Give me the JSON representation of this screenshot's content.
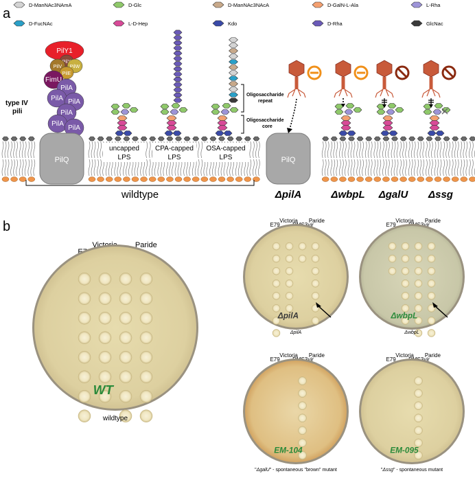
{
  "panels": {
    "a": "a",
    "b": "b"
  },
  "legend": [
    {
      "label": "D-ManNAc3NAmA",
      "color": "#d4d4d4"
    },
    {
      "label": "D-Glc",
      "color": "#8fc96a"
    },
    {
      "label": "D-ManNAc3NAcA",
      "color": "#c8a98a"
    },
    {
      "label": "D-GalN-L-Ala",
      "color": "#f4a070"
    },
    {
      "label": "L-Rha",
      "color": "#9d94d8"
    },
    {
      "label": "D-FucNAc",
      "color": "#2aa0c8"
    },
    {
      "label": "L-D-Hep",
      "color": "#d84a98"
    },
    {
      "label": "Kdo",
      "color": "#3a4aa8"
    },
    {
      "label": "D-Rha",
      "color": "#6a5ab8"
    },
    {
      "label": "GlcNac",
      "color": "#3a3a3a"
    }
  ],
  "pili": {
    "label_line1": "type IV",
    "label_line2": "pili",
    "proteins": [
      "PilY1",
      "PilX",
      "PilV",
      "PilW",
      "PilE",
      "FimU",
      "PilA",
      "PilA",
      "PilA",
      "PilA",
      "PilA",
      "PilA"
    ]
  },
  "pilq": "PilQ",
  "lps": [
    {
      "line1": "uncapped",
      "line2": "LPS"
    },
    {
      "line1": "CPA-capped",
      "line2": "LPS"
    },
    {
      "line1": "OSA-capped",
      "line2": "LPS"
    }
  ],
  "bracket_labels": {
    "repeat_line1": "Oligosaccharide",
    "repeat_line2": "repeat",
    "core_line1": "Oligosaccharide",
    "core_line2": "core"
  },
  "wildtype_label": "wildtype",
  "mutants": [
    "ΔpilA",
    "ΔwbpL",
    "ΔgalU",
    "Δssg"
  ],
  "phage_columns": {
    "c1": "E79",
    "c2": "Victoria",
    "c3": "DMS3",
    "c3_suffix": "vir",
    "c4": "Paride"
  },
  "plates": {
    "wildtype": {
      "caption": "wildtype",
      "handwriting": "WT"
    },
    "pila": {
      "caption": "ΔpilA",
      "handwriting": "ΔpilA"
    },
    "wbpl": {
      "caption": "ΔwbpL",
      "handwriting": "ΔwbpL"
    },
    "galu": {
      "caption_prefix": "\"",
      "caption_italic": "ΔgalU",
      "caption_rest": "\" - spontaneous \"brown\" mutant",
      "handwriting": "EM-104"
    },
    "ssg": {
      "caption_prefix": "\"",
      "caption_italic": "Δssg",
      "caption_rest": "\" - spontaneous mutant",
      "handwriting": "EM-095"
    }
  }
}
